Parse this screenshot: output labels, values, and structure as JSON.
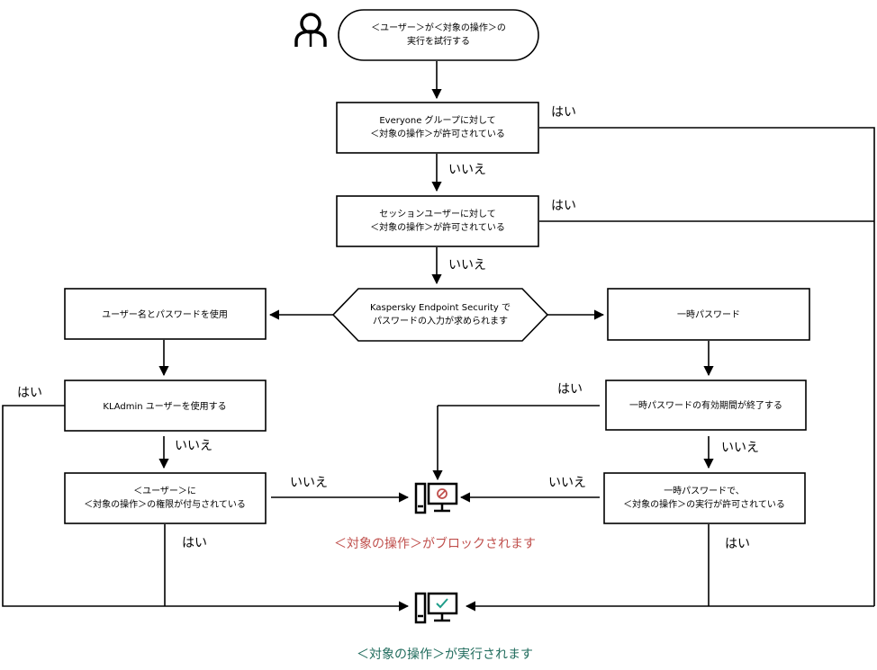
{
  "start": {
    "line1": "＜ユーザー＞が＜対象の操作＞の",
    "line2": "実行を試行する"
  },
  "box_everyone": {
    "line1": "Everyone グループに対して",
    "line2": "＜対象の操作＞が許可されている"
  },
  "box_session": {
    "line1": "セッションユーザーに対して",
    "line2": "＜対象の操作＞が許可されている"
  },
  "decision_kes": {
    "line1": "Kaspersky Endpoint Security で",
    "line2": "パスワードの入力が求められます"
  },
  "box_userpass": {
    "line1": "ユーザー名とパスワードを使用"
  },
  "box_kladmin": {
    "line1": "KLAdmin ユーザーを使用する"
  },
  "box_rights": {
    "line1": "＜ユーザー＞に",
    "line2": "＜対象の操作＞の権限が付与されている"
  },
  "box_temp": {
    "line1": "一時パスワード"
  },
  "box_temp_expired": {
    "line1": "一時パスワードの有効期間が終了する"
  },
  "box_temp_allowed": {
    "line1": "一時パスワードで、",
    "line2": "＜対象の操作＞の実行が許可されている"
  },
  "labels": {
    "yes": "はい",
    "no": "いいえ"
  },
  "outcomes": {
    "blocked": "＜対象の操作＞がブロックされます",
    "executed": "＜対象の操作＞が実行されます",
    "blocked_color": "#c0504d",
    "executed_color": "#1f6b5c"
  },
  "icons": {
    "user": "user-icon",
    "blocked": "computer-blocked-icon",
    "allowed": "computer-allowed-icon"
  }
}
